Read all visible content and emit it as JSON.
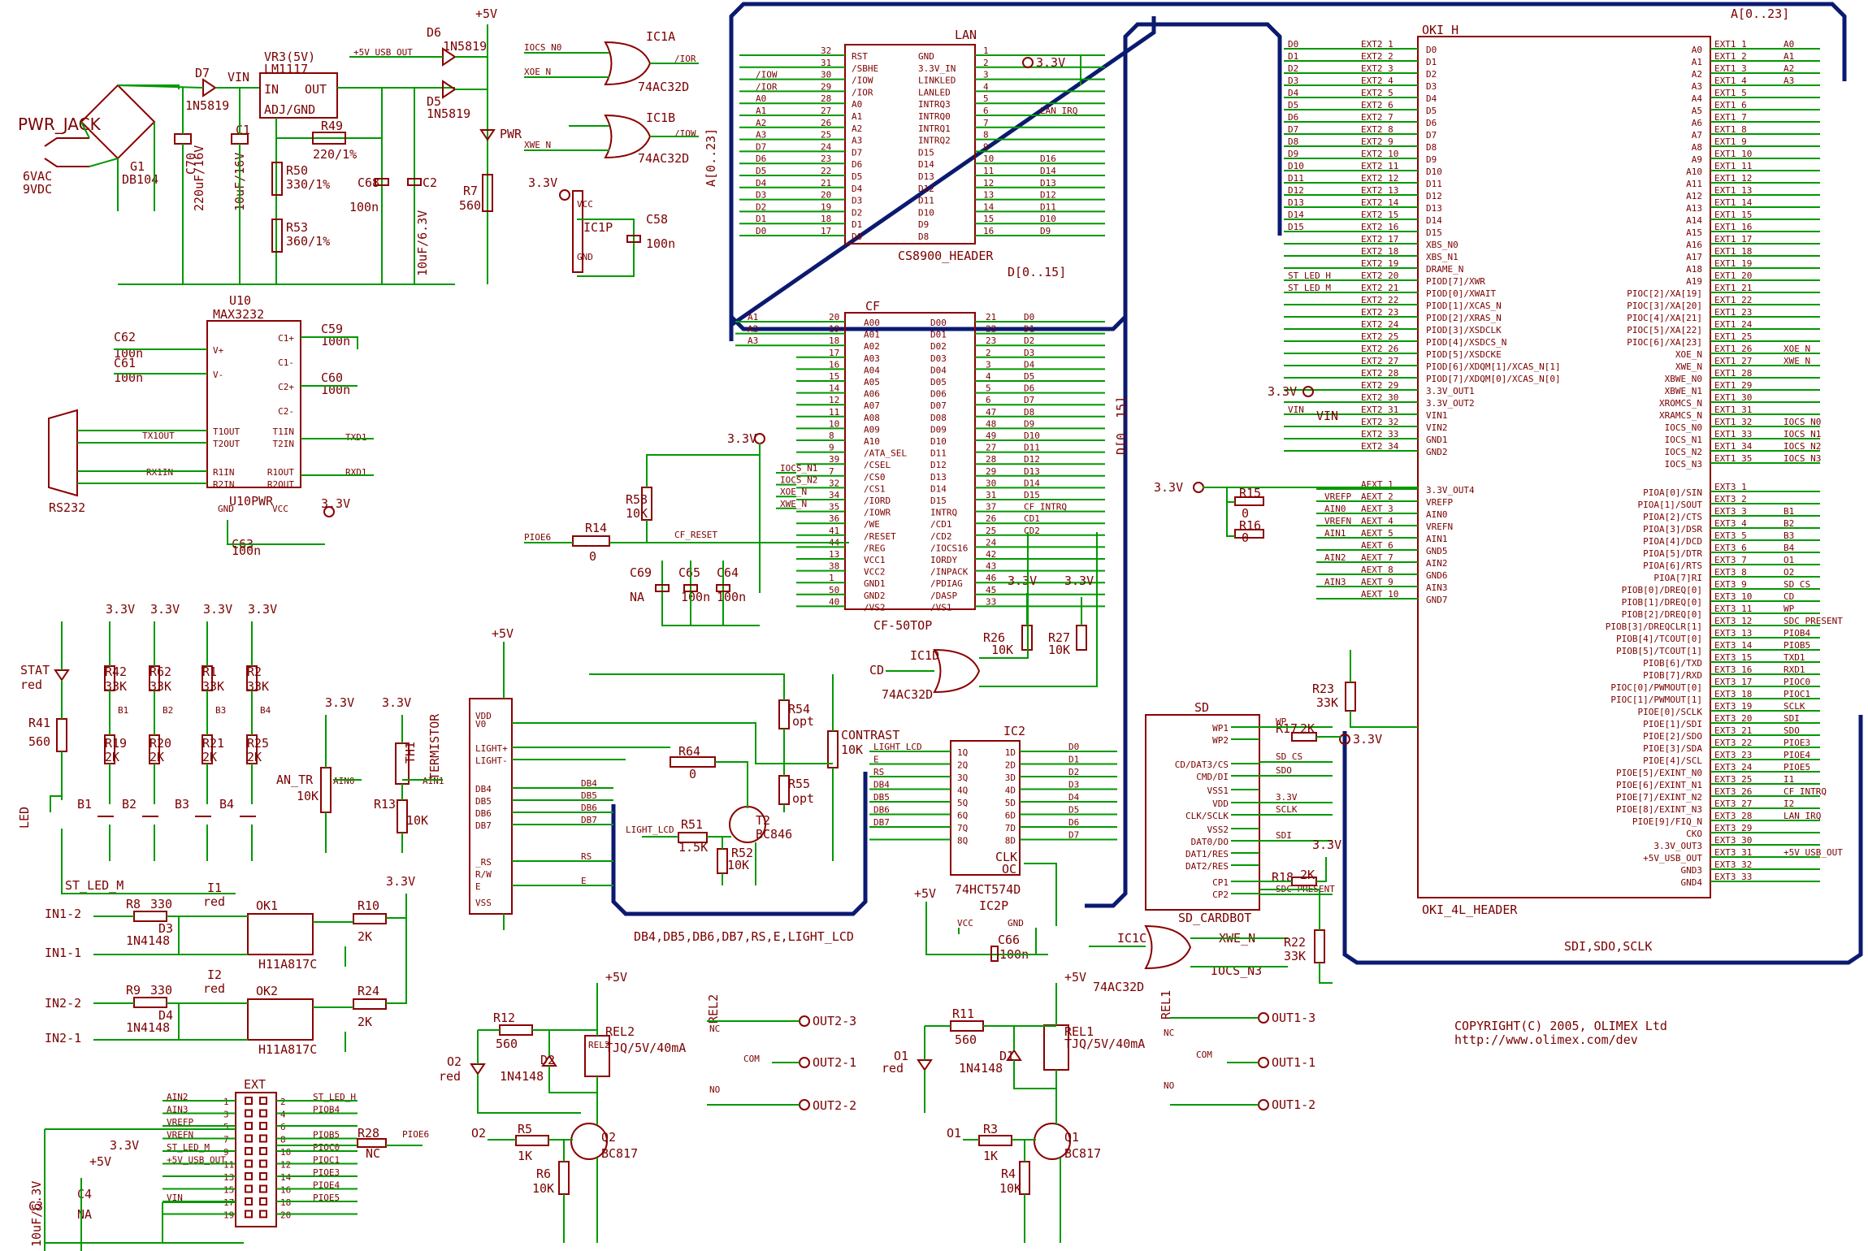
{
  "title_block": {
    "copyright": "COPYRIGHT(C) 2005, OLIMEX Ltd",
    "url": "http://www.olimex.com/dev"
  },
  "power": {
    "jack": "PWR_JACK",
    "jack_spec1": "6VAC",
    "jack_spec2": "9VDC",
    "bridge": "G1",
    "bridge_val": "DB104",
    "d7": "D7",
    "d7_val": "1N5819",
    "c70": "C70",
    "c70_val": "220uF/16V",
    "c1": "C1",
    "c1_val": "10uF/16V",
    "vr3": "VR3(5V)",
    "vr3_val": "LM1117",
    "vr_in": "IN",
    "vr_out": "OUT",
    "vr_adj": "ADJ/GND",
    "vin": "VIN",
    "r49": "R49",
    "r49_val": "220/1%",
    "r50": "R50",
    "r50_val": "330/1%",
    "r53": "R53",
    "r53_val": "360/1%",
    "c68": "C68",
    "c68_val": "100n",
    "c2": "C2",
    "c2_val": "10uF/6.3V",
    "d6": "D6",
    "d6_val": "1N5819",
    "d5": "D5",
    "d5_val": "1N5819",
    "usb_out": "+5V_USB_OUT",
    "p5v": "+5V",
    "pwr_led": "PWR",
    "r7": "R7",
    "r7_val": "560"
  },
  "gates": {
    "ic1a": "IC1A",
    "ic1a_val": "74AC32D",
    "ic1b": "IC1B",
    "ic1b_val": "74AC32D",
    "ic1p": "IC1P",
    "c58": "C58",
    "c58_val": "100n",
    "iocs_n0": "IOCS_N0",
    "xoe_n": "XOE_N",
    "ior": "/IOR",
    "xwe_n": "XWE_N",
    "iow": "/IOW",
    "v33": "3.3V",
    "vcc": "VCC",
    "gnd": "GND"
  },
  "lan": {
    "ref": "LAN",
    "name": "CS8900_HEADER",
    "left_pins": [
      "RST",
      "/SBHE",
      "/IOW",
      "/IOR",
      "A0",
      "A1",
      "A2",
      "A3",
      "D7",
      "D6",
      "D5",
      "D4",
      "D3",
      "D2",
      "D1",
      "D0"
    ],
    "left_nums": [
      "32",
      "31",
      "30",
      "29",
      "28",
      "27",
      "26",
      "25",
      "24",
      "23",
      "22",
      "21",
      "20",
      "19",
      "18",
      "17"
    ],
    "right_pins": [
      "GND",
      "3.3V_IN",
      "LINKLED",
      "LANLED",
      "INTRQ3",
      "INTRQ0",
      "INTRQ1",
      "INTRQ2",
      "D15",
      "D14",
      "D13",
      "D12",
      "D11",
      "D10",
      "D9",
      "D8"
    ],
    "right_nums": [
      "1",
      "2",
      "3",
      "4",
      "5",
      "6",
      "7",
      "8",
      "9",
      "10",
      "11",
      "12",
      "13",
      "14",
      "15",
      "16"
    ],
    "left_nets": [
      "",
      "",
      "/IOW",
      "/IOR",
      "A0",
      "A1",
      "A2",
      "A3",
      "D7",
      "D6",
      "D5",
      "D4",
      "D3",
      "D2",
      "D1",
      "D0"
    ],
    "right_nets": [
      "",
      "",
      "",
      "",
      "",
      "LAN_IRQ",
      "",
      "",
      "",
      "D16",
      "D14",
      "D13",
      "D12",
      "D11",
      "D10",
      "D9"
    ],
    "bus_data": "D[0..15]",
    "bus_addr": "A[0..23]"
  },
  "cf": {
    "ref": "CF",
    "name": "CF-50TOP",
    "left_pins": [
      "A00",
      "A01",
      "A02",
      "A03",
      "A04",
      "A05",
      "A06",
      "A07",
      "A08",
      "A09",
      "A10",
      "/ATA_SEL",
      "/CSEL",
      "/CS0",
      "/CS1",
      "/IORD",
      "/IOWR",
      "/WE",
      "/RESET",
      "/REG",
      "VCC1",
      "VCC2",
      "GND1",
      "GND2",
      "/VS2"
    ],
    "left_nums": [
      "20",
      "19",
      "18",
      "17",
      "16",
      "15",
      "14",
      "12",
      "11",
      "10",
      "8",
      "9",
      "39",
      "7",
      "32",
      "34",
      "35",
      "36",
      "41",
      "44",
      "13",
      "38",
      "1",
      "50",
      "40"
    ],
    "right_pins": [
      "D00",
      "D01",
      "D02",
      "D03",
      "D04",
      "D05",
      "D06",
      "D07",
      "D08",
      "D09",
      "D10",
      "D11",
      "D12",
      "D13",
      "D14",
      "D15",
      "INTRQ",
      "/CD1",
      "/CD2",
      "/IOCS16",
      "IORDY",
      "/INPACK",
      "/PDIAG",
      "/DASP",
      "/VS1"
    ],
    "right_nums": [
      "21",
      "22",
      "23",
      "2",
      "3",
      "4",
      "5",
      "6",
      "47",
      "48",
      "49",
      "27",
      "28",
      "29",
      "30",
      "31",
      "37",
      "26",
      "25",
      "24",
      "42",
      "43",
      "46",
      "45",
      "33"
    ],
    "right_nets": [
      "D0",
      "D1",
      "D2",
      "D3",
      "D4",
      "D5",
      "D6",
      "D7",
      "D8",
      "D9",
      "D10",
      "D11",
      "D12",
      "D13",
      "D14",
      "D15",
      "CF_INTRQ",
      "CD1",
      "CD2",
      "",
      "",
      "",
      "",
      "",
      ""
    ],
    "addr_nets": [
      "A1",
      "A2",
      "A3"
    ],
    "left_nets": [
      "IOCS_N1",
      "IOCS_N2",
      "XOE_N",
      "XWE_N"
    ],
    "r58": "R58",
    "r58_val": "10K",
    "r14": "R14",
    "r14_val": "0",
    "pioe6": "PIOE6",
    "cf_reset": "CF_RESET",
    "c69": "C69",
    "c69_val": "NA",
    "c65": "C65",
    "c65_val": "100n",
    "c64": "C64",
    "c64_val": "100n",
    "r26": "R26",
    "r26_val": "10K",
    "r27": "R27",
    "r27_val": "10K",
    "ic1d": "IC1D",
    "ic1d_val": "74AC32D",
    "cd": "CD",
    "bus": "D[0..15]"
  },
  "oki": {
    "ref": "OKI_H",
    "name": "OKI_4L_HEADER",
    "ext2_pins": [
      "D0",
      "D1",
      "D2",
      "D3",
      "D4",
      "D5",
      "D6",
      "D7",
      "D8",
      "D9",
      "D10",
      "D11",
      "D12",
      "D13",
      "D14",
      "D15",
      "XBS_N0",
      "XBS_N1",
      "DRAME_N",
      "PIOD[7]/XWR",
      "PIOD[0]/XWAIT",
      "PIOD[1]/XCAS_N",
      "PIOD[2]/XRAS_N",
      "PIOD[3]/XSDCLK",
      "PIOD[4]/XSDCS_N",
      "PIOD[5]/XSDCKE",
      "PIOD[6]/XDQM[1]/XCAS_N[1]",
      "PIOD[7]/XDQM[0]/XCAS_N[0]",
      "3.3V_OUT1",
      "3.3V_OUT2",
      "VIN1",
      "VIN2",
      "GND1",
      "GND2"
    ],
    "ext2_nets": [
      "D0",
      "D1",
      "D2",
      "D3",
      "D4",
      "D5",
      "D6",
      "D7",
      "D8",
      "D9",
      "D10",
      "D11",
      "D12",
      "D13",
      "D14",
      "D15",
      "",
      "",
      "",
      "ST_LED_H",
      "ST_LED_M",
      "",
      "",
      "",
      "",
      "",
      "",
      "",
      "",
      "",
      "VIN",
      "",
      "",
      ""
    ],
    "ext1_pins": [
      "A0",
      "A1",
      "A2",
      "A3",
      "A4",
      "A5",
      "A6",
      "A7",
      "A8",
      "A9",
      "A10",
      "A11",
      "A12",
      "A13",
      "A14",
      "A15",
      "A16",
      "A17",
      "A18",
      "A19",
      "PIOC[2]/XA[19]",
      "PIOC[3]/XA[20]",
      "PIOC[4]/XA[21]",
      "PIOC[5]/XA[22]",
      "PIOC[6]/XA[23]",
      "XOE_N",
      "XWE_N",
      "XBWE_N0",
      "XBWE_N1",
      "XROMCS_N",
      "XRAMCS_N",
      "IOCS_N0",
      "IOCS_N1",
      "IOCS_N2",
      "IOCS_N3"
    ],
    "ext1_nets": [
      "A0",
      "A1",
      "A2",
      "A3",
      "",
      "",
      "",
      "",
      "",
      "",
      "",
      "",
      "",
      "",
      "",
      "",
      "",
      "",
      "",
      "",
      "",
      "",
      "",
      "",
      "",
      "XOE_N",
      "XWE_N",
      "",
      "",
      "",
      "",
      "IOCS_N0",
      "IOCS_N1",
      "IOCS_N2",
      "IOCS_N3"
    ],
    "aext_pins": [
      "3.3V_OUT4",
      "VREFP",
      "AIN0",
      "VREFN",
      "AIN1",
      "GND5",
      "AIN2",
      "GND6",
      "AIN3",
      "GND7"
    ],
    "aext_nets": [
      "",
      "VREFP",
      "AIN0",
      "VREFN",
      "AIN1",
      "",
      "AIN2",
      "",
      "AIN3",
      ""
    ],
    "r15": "R15",
    "r15_val": "0",
    "r16": "R16",
    "r16_val": "0",
    "ext3_pins": [
      "PIOA[0]/SIN",
      "PIOA[1]/SOUT",
      "PIOA[2]/CTS",
      "PIOA[3]/DSR",
      "PIOA[4]/DCD",
      "PIOA[5]/DTR",
      "PIOA[6]/RTS",
      "PIOA[7]RI",
      "PIOB[0]/DREQ[0]",
      "PIOB[1]/DREQ[0]",
      "PIOB[2]/DREQ[0]",
      "PIOB[3]/DREQCLR[1]",
      "PIOB[4]/TCOUT[0]",
      "PIOB[5]/TCOUT[1]",
      "PIOB[6]/TXD",
      "PIOB[7]/RXD",
      "PIOC[0]/PWMOUT[0]",
      "PIOC[1]/PWMOUT[1]",
      "PIOE[0]/SCLK",
      "PIOE[1]/SDI",
      "PIOE[2]/SDO",
      "PIOE[3]/SDA",
      "PIOE[4]/SCL",
      "PIOE[5]/EXINT_N0",
      "PIOE[6]/EXINT_N1",
      "PIOE[7]/EXINT_N2",
      "PIOE[8]/EXINT_N3",
      "PIOE[9]/FIQ_N",
      "CKO",
      "3.3V_OUT3",
      "+5V_USB_OUT",
      "GND3",
      "GND4"
    ],
    "ext3_nets": [
      "",
      "",
      "B1",
      "B2",
      "B3",
      "B4",
      "O1",
      "O2",
      "SD_CS",
      "CD",
      "WP",
      "SDC_PRESENT",
      "PIOB4",
      "PIOB5",
      "TXD1",
      "RXD1",
      "PIOC0",
      "PIOC1",
      "SCLK",
      "SDI",
      "SDO",
      "PIOE3",
      "PIOE4",
      "PIOE5",
      "I1",
      "CF_INTRQ",
      "I2",
      "LAN_IRQ",
      "",
      "",
      "+5V_USB_OUT",
      "",
      ""
    ],
    "bus_label": "SDI,SDO,SCLK",
    "addr_bus": "A[0..23]"
  },
  "rs232": {
    "ref": "U10",
    "name": "MAX3232",
    "pwr": "U10PWR",
    "conn": "RS232",
    "c62": "C62",
    "c62_val": "100n",
    "c61": "C61",
    "c61_val": "100n",
    "c59": "C59",
    "c59_val": "100n",
    "c60": "C60",
    "c60_val": "100n",
    "c63": "C63",
    "c63_val": "100n",
    "pins_left": [
      "V+",
      "V-",
      "T1OUT",
      "T2OUT",
      "R1IN",
      "R2IN"
    ],
    "pins_right": [
      "C1+",
      "C1-",
      "C2+",
      "C2-",
      "T1IN",
      "T2IN",
      "R1OUT",
      "R2OUT"
    ],
    "tx1out": "TX1OUT",
    "rx1in": "RX1IN",
    "txd1": "TXD1",
    "rxd1": "RXD1",
    "gnd": "GND",
    "vcc": "VCC"
  },
  "buttons": {
    "stat": "STAT",
    "stat_color": "red",
    "r41": "R41",
    "r41_val": "560",
    "led": "LED",
    "st_led_m": "ST_LED_M",
    "resistors": [
      {
        "ref": "R42",
        "val": "33K"
      },
      {
        "ref": "R62",
        "val": "33K"
      },
      {
        "ref": "R1",
        "val": "33K"
      },
      {
        "ref": "R2",
        "val": "33K"
      }
    ],
    "low_resistors": [
      {
        "ref": "R19",
        "val": "2K"
      },
      {
        "ref": "R20",
        "val": "2K"
      },
      {
        "ref": "R21",
        "val": "2K"
      },
      {
        "ref": "R25",
        "val": "2K"
      }
    ],
    "nets": [
      "B1",
      "B2",
      "B3",
      "B4"
    ],
    "switches": [
      "B1",
      "B2",
      "B3",
      "B4"
    ],
    "an_tr": "AN_TR",
    "an_tr_val": "10K",
    "ain0": "AIN0",
    "ain1": "AIN1",
    "th1": "TH1",
    "thermistor": "TERMISTOR",
    "r13": "R13",
    "r13_val": "10K"
  },
  "opto": {
    "in1_2": "IN1-2",
    "in1_1": "IN1-1",
    "in2_2": "IN2-2",
    "in2_1": "IN2-1",
    "r8": "R8",
    "r8_val": "330",
    "r9": "R9",
    "r9_val": "330",
    "d3": "D3",
    "d3_val": "1N4148",
    "d4": "D4",
    "d4_val": "1N4148",
    "i1": "I1",
    "i2": "I2",
    "red": "red",
    "ok1": "OK1",
    "ok2": "OK2",
    "ok_val": "H11A817C",
    "r10": "R10",
    "r10_val": "2K",
    "r24": "R24",
    "r24_val": "2K"
  },
  "ext": {
    "ref": "EXT",
    "left_nets": [
      "AIN2",
      "AIN3",
      "VREFP",
      "VREFN",
      "ST_LED_M",
      "+5V_USB_OUT",
      "",
      "",
      "",
      ""
    ],
    "right_nets": [
      "ST_LED_H",
      "PIOB4",
      "",
      "PIOB5",
      "PIOC0",
      "PIOC1",
      "PIOE3",
      "PIOE4",
      "PIOE5",
      ""
    ],
    "left_nums": [
      "1",
      "3",
      "5",
      "7",
      "9",
      "11",
      "13",
      "15",
      "17",
      "19"
    ],
    "right_nums": [
      "2",
      "4",
      "6",
      "8",
      "10",
      "12",
      "14",
      "16",
      "18",
      "20"
    ],
    "r28": "R28",
    "r28_val": "NC",
    "pioe6": "PIOE6",
    "c3": "C3",
    "c3_val": "10uF/6.3V",
    "c4": "C4",
    "c4_val": "NA",
    "vin": "VIN"
  },
  "lcd": {
    "pins": [
      "VDD",
      "V0",
      "LIGHT+",
      "LIGHT-",
      "DB4",
      "DB5",
      "DB6",
      "DB7",
      "_RS",
      "R/W",
      "E",
      "VSS"
    ],
    "nets": [
      "DB4",
      "DB5",
      "DB6",
      "DB7",
      "RS",
      "E"
    ],
    "r64": "R64",
    "r64_val": "0",
    "r51": "R51",
    "r51_val": "1.5K",
    "r52": "R52",
    "r52_val": "10K",
    "t2": "T2",
    "t2_val": "BC846",
    "r54": "R54",
    "r54_val": "opt",
    "r55": "R55",
    "r55_val": "opt",
    "contrast": "CONTRAST",
    "contrast_val": "10K",
    "light_lcd": "LIGHT_LCD",
    "bus_label": "DB4,DB5,DB6,DB7,RS,E,LIGHT_LCD"
  },
  "latch": {
    "ref": "IC2",
    "name": "74HCT574D",
    "pwr": "IC2P",
    "q_pins": [
      "1Q",
      "2Q",
      "3Q",
      "4Q",
      "5Q",
      "6Q",
      "7Q",
      "8Q"
    ],
    "d_pins": [
      "1D",
      "2D",
      "3D",
      "4D",
      "5D",
      "6D",
      "7D",
      "8D"
    ],
    "in_nets": [
      "LIGHT_LCD",
      "E",
      "RS",
      "DB4",
      "DB5",
      "DB6",
      "DB7",
      ""
    ],
    "out_nets": [
      "D0",
      "D1",
      "D2",
      "D3",
      "D4",
      "D5",
      "D6",
      "D7"
    ],
    "clk": "CLK",
    "oc": "OC",
    "c66": "C66",
    "c66_val": "100n",
    "ic1c": "IC1C",
    "ic1c_val": "74AC32D",
    "xwe_n": "XWE_N",
    "iocs_n3": "IOCS_N3"
  },
  "sd": {
    "ref": "SD",
    "name": "SD_CARDBOT",
    "pins": [
      "WP1",
      "WP2",
      "CD/DAT3/CS",
      "CMD/DI",
      "VSS1",
      "VDD",
      "CLK/SCLK",
      "VSS2",
      "DAT0/DO",
      "DAT1/RES",
      "DAT2/RES",
      "CP1",
      "CP2"
    ],
    "nets": [
      "WP",
      "SD_CS",
      "SDO",
      "3.3V",
      "SCLK",
      "SDI",
      "SDC_PRESENT"
    ],
    "r17": "R17",
    "r17_val": "2K",
    "r18": "R18",
    "r18_val": "2K",
    "r23": "R23",
    "r23_val": "33K",
    "r22": "R22",
    "r22_val": "33K"
  },
  "relays": [
    {
      "led": "O2",
      "led_color": "red",
      "r_led": "R12",
      "r_led_val": "560",
      "d": "D2",
      "d_val": "1N4148",
      "rel": "REL2",
      "rel_val": "TJQ/5V/40mA",
      "q": "Q2",
      "q_val": "BC817",
      "rb": "R5",
      "rb_val": "1K",
      "rp": "R6",
      "rp_val": "10K",
      "in": "O2",
      "outs": [
        "OUT2-3",
        "OUT2-1",
        "OUT2-2"
      ]
    },
    {
      "led": "O1",
      "led_color": "red",
      "r_led": "R11",
      "r_led_val": "560",
      "d": "D1",
      "d_val": "1N4148",
      "rel": "REL1",
      "rel_val": "TJQ/5V/40mA",
      "q": "Q1",
      "q_val": "BC817",
      "rb": "R3",
      "rb_val": "1K",
      "rp": "R4",
      "rp_val": "10K",
      "in": "O1",
      "outs": [
        "OUT1-3",
        "OUT1-1",
        "OUT1-2"
      ]
    }
  ],
  "relay_labels": {
    "nc": "NC",
    "com": "COM",
    "no": "NO"
  }
}
